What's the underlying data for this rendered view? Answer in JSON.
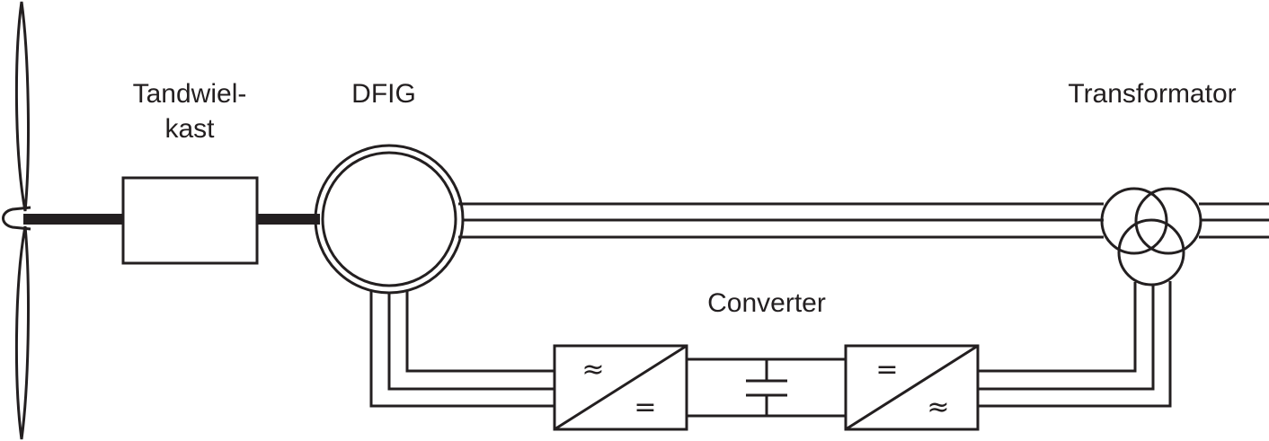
{
  "labels": {
    "gearbox_line1": "Tandwiel-",
    "gearbox_line2": "kast",
    "generator": "DFIG",
    "transformer": "Transformator",
    "converter": "Converter"
  },
  "converter_symbols": {
    "rectifier_ac": "≈",
    "rectifier_dc": "=",
    "inverter_dc": "=",
    "inverter_ac": "≈"
  }
}
